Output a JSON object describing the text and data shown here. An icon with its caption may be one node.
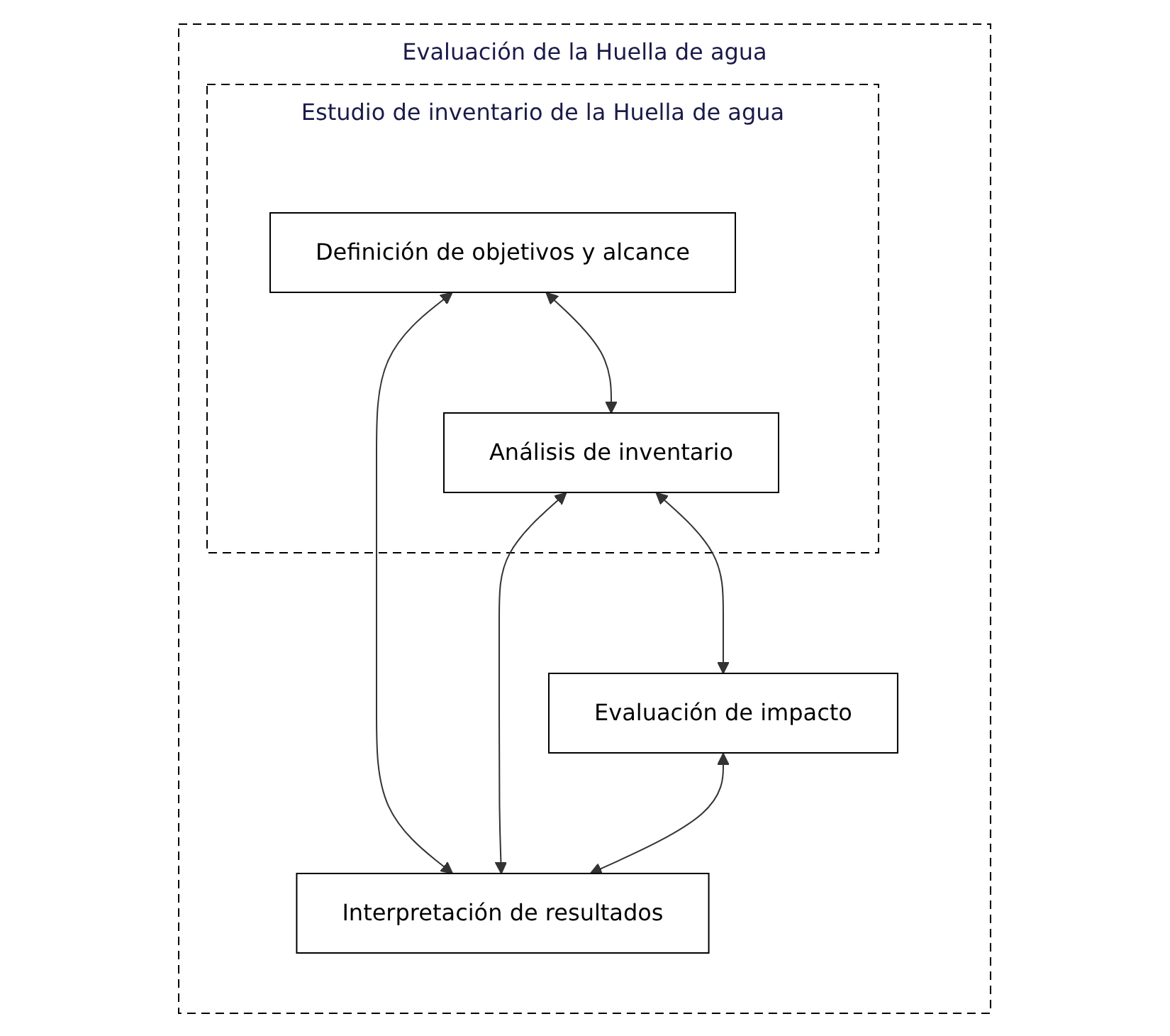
{
  "diagram": {
    "nodes": [
      {
        "text": [
          "Evaluación de la Huella de agua"
        ]
      },
      {
        "text": [
          "Estudio de inventario de la Huella de agua"
        ],
        "in": 0
      },
      {
        "text": [
          "Definición de objetivos y alcance"
        ],
        "in": 1
      },
      {
        "text": [
          "Análisis de inventario"
        ],
        "in": 1
      },
      {
        "text": [
          "Interpretación de resultados"
        ],
        "in": 0
      },
      {
        "text": [
          "Evaluación de impacto"
        ],
        "in": 0
      }
    ],
    "edges": [
      {
        "from": 2,
        "to": 4,
        "arrow": "both"
      },
      {
        "from": 2,
        "to": 3,
        "arrow": "both"
      },
      {
        "from": 3,
        "to": 4,
        "arrow": "both"
      },
      {
        "from": 3,
        "to": 5,
        "arrow": "both"
      },
      {
        "from": 5,
        "to": 4,
        "arrow": "both"
      }
    ]
  }
}
